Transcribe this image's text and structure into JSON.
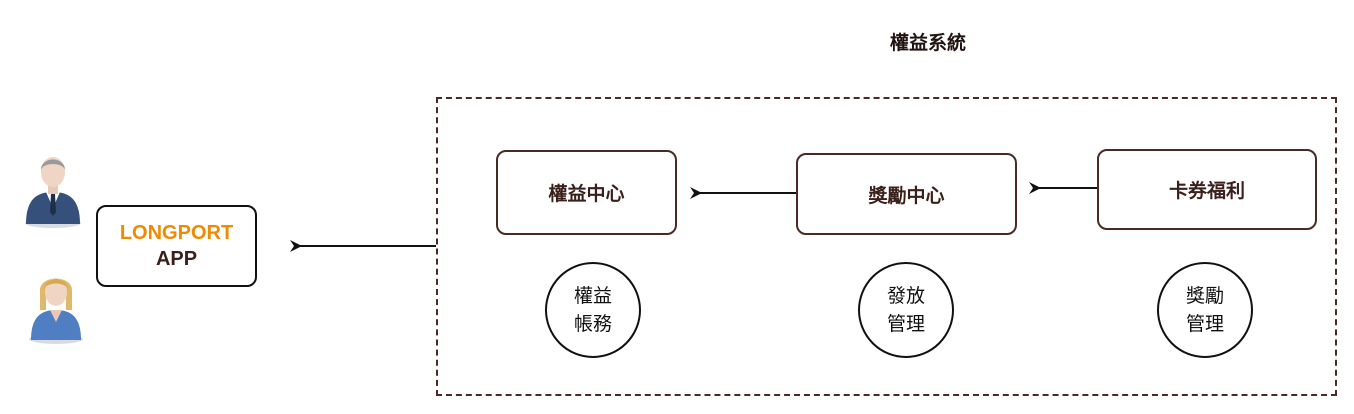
{
  "system": {
    "title": "權益系統"
  },
  "app": {
    "brand": "LONGPORT",
    "name": "APP"
  },
  "users": [
    {
      "icon": "businessman-avatar-icon"
    },
    {
      "icon": "businesswoman-avatar-icon"
    }
  ],
  "modules": [
    {
      "label": "權益中心",
      "sub": [
        "權益",
        "帳務"
      ]
    },
    {
      "label": "獎勵中心",
      "sub": [
        "發放",
        "管理"
      ]
    },
    {
      "label": "卡券福利",
      "sub": [
        "獎勵",
        "管理"
      ]
    }
  ],
  "colors": {
    "frame": "#4a2a24",
    "text": "#3a1f1a",
    "brand": "#f08a00"
  }
}
